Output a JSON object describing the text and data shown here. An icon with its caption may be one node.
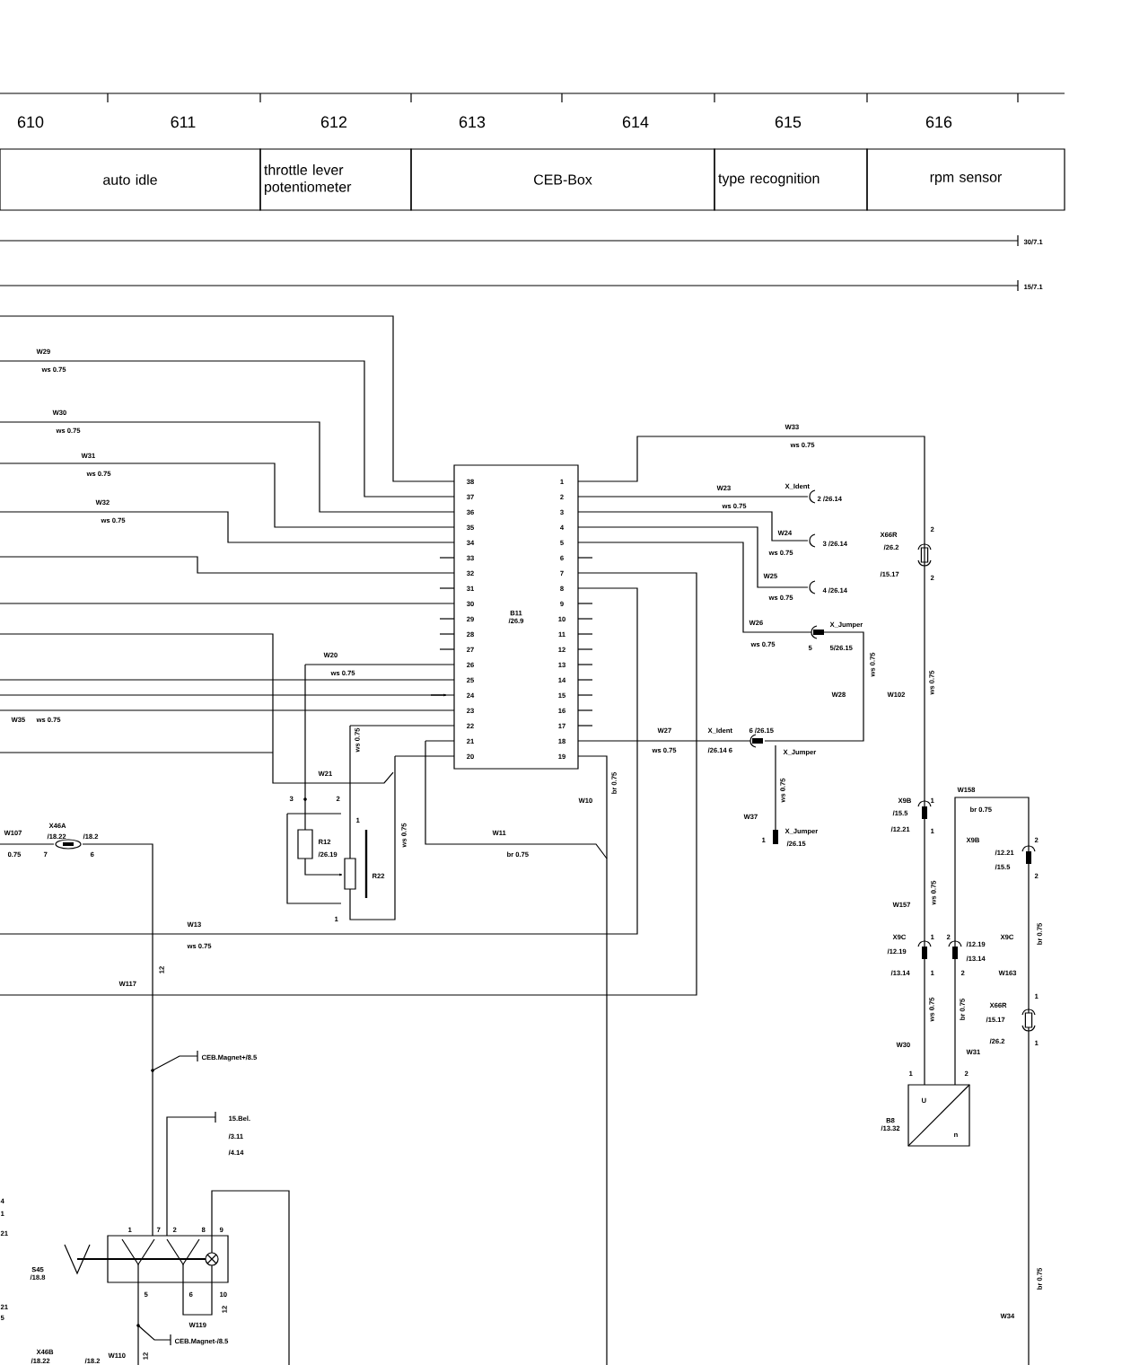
{
  "diagram": {
    "nodes": [
      {
        "text": [
          "auto idle"
        ]
      },
      {
        "text": [
          "throttle lever potentiometer"
        ]
      },
      {
        "text": [
          "CEB-Box"
        ]
      },
      {
        "text": [
          "type recognition"
        ]
      },
      {
        "text": [
          "rpm sensor"
        ]
      },
      {
        "text": [
          "B11 /26.9"
        ]
      },
      {
        "text": [
          "U",
          "n"
        ],
        "beside": [
          "B8 /13.32"
        ]
      },
      {
        "text": [],
        "shape": "box"
      }
    ],
    "edges": [
      {
        "from": 5,
        "to": 6,
        "arrow": "none"
      }
    ],
    "labels": [
      "610",
      "611",
      "612",
      "613",
      "614",
      "615",
      "616",
      "30/7.1",
      "15/7.1",
      "W29",
      "ws 0.75",
      "W30",
      "ws 0.75",
      "W31",
      "ws 0.75",
      "W32",
      "ws 0.75",
      "W33",
      "ws 0.75",
      "W23",
      "X_Ident",
      "2 /26.14",
      "ws 0.75",
      "W24",
      "X66R",
      "2",
      "ws 0.75",
      "3 /26.14",
      "/26.2",
      "W25",
      "/15.17",
      "2",
      "4 /26.14",
      "ws 0.75",
      "W26",
      "X_Jumper",
      "ws 0.75",
      "5",
      "5/26.15",
      "38",
      "1",
      "37",
      "2",
      "36",
      "3",
      "35",
      "4",
      "34",
      "5",
      "33",
      "6",
      "32",
      "7",
      "31",
      "8",
      "30",
      "9",
      "29",
      "10",
      "28",
      "11",
      "27",
      "12",
      "26",
      "13",
      "25",
      "14",
      "24",
      "15",
      "23",
      "16",
      "22",
      "17",
      "21",
      "18",
      "20",
      "19",
      "W20",
      "ws 0.75",
      "W35",
      "ws 0.75",
      "ws 0.75",
      "W28",
      "W102",
      "ws 0.75",
      "ws 0.75",
      "W27",
      "ws 0.75",
      "X_Ident",
      "6 /26.15",
      "/26.14 6",
      "X_Jumper",
      "W21",
      "3",
      "2",
      "1",
      "R12",
      "/26.19",
      "R22",
      "1",
      "ws 0.75",
      "W10",
      "br 0.75",
      "W11",
      "br 0.75",
      "ws 0.75",
      "W37",
      "1",
      "X_Jumper",
      "/26.15",
      "W158",
      "X9B",
      "1",
      "br 0.75",
      "/15.5",
      "/12.21",
      "1",
      "X9B",
      "2",
      "/12.21",
      "/15.5",
      "2",
      "ws 0.75",
      "W157",
      "br 0.75",
      "X9C",
      "1",
      "2",
      "/12.19",
      "X9C",
      "/12.19",
      "/13.14",
      "/13.14",
      "1",
      "2",
      "W163",
      "ws 0.75",
      "br 0.75",
      "X66R",
      "1",
      "/15.17",
      "W30",
      "W31",
      "/26.2",
      "1",
      "1",
      "2",
      "br 0.75",
      "W34",
      "W107",
      "X46A",
      "/18.22",
      "/18.2",
      "0.75",
      "7",
      "6",
      "W13",
      "ws 0.75",
      "12",
      "W117",
      "CEB.Magnet+/8.5",
      "15.Bel.",
      "/3.11",
      "/4.14",
      "4",
      "1",
      "21",
      "1",
      "7",
      "2",
      "8",
      "9",
      "S45 /18.8",
      "21",
      "5",
      "5",
      "6",
      "10",
      "W119",
      "12",
      "12",
      "CEB.Magnet-/8.5",
      "X46B",
      "W110",
      "/18.22",
      "/18.2"
    ]
  }
}
